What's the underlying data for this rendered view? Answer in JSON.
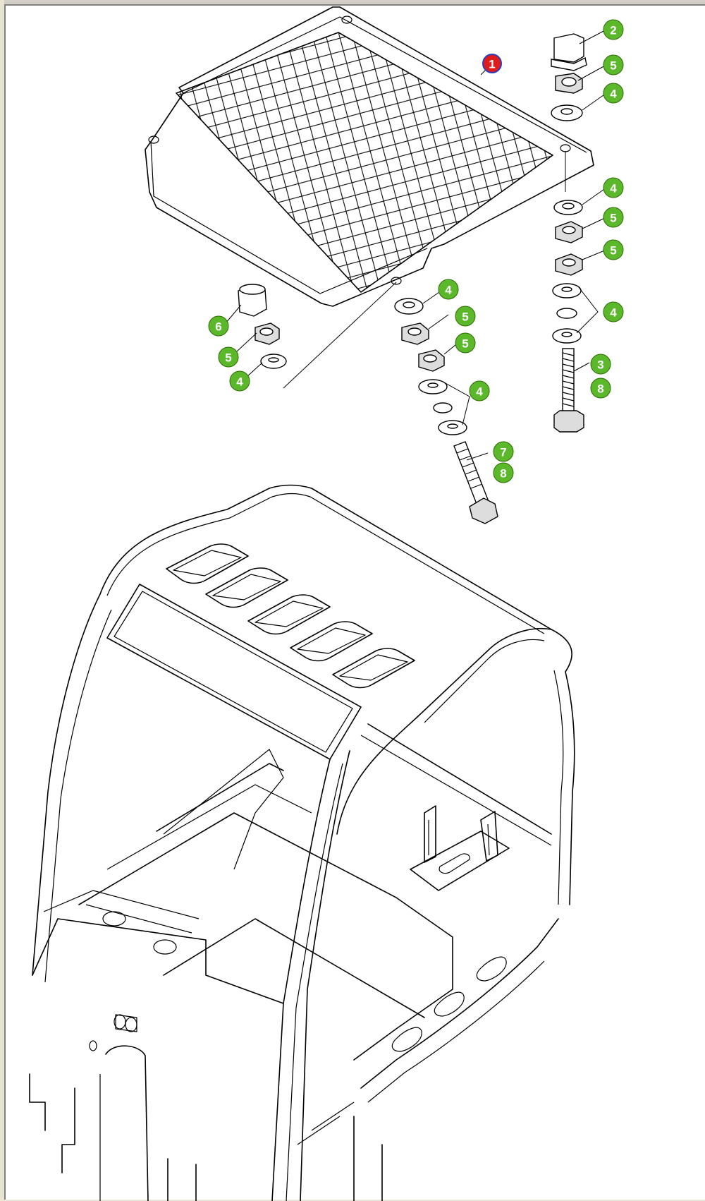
{
  "diagram": {
    "callout_colors": {
      "standard": "#5cb82b",
      "selected": "#e01b1b",
      "selected_border": "#2a3fbf"
    },
    "callouts": [
      {
        "label": "1",
        "state": "selected"
      },
      {
        "label": "2",
        "state": "standard"
      },
      {
        "label": "5",
        "state": "standard"
      },
      {
        "label": "4",
        "state": "standard"
      },
      {
        "label": "4",
        "state": "standard"
      },
      {
        "label": "5",
        "state": "standard"
      },
      {
        "label": "5",
        "state": "standard"
      },
      {
        "label": "4",
        "state": "standard"
      },
      {
        "label": "3",
        "state": "standard"
      },
      {
        "label": "8",
        "state": "standard"
      },
      {
        "label": "4",
        "state": "standard"
      },
      {
        "label": "5",
        "state": "standard"
      },
      {
        "label": "5",
        "state": "standard"
      },
      {
        "label": "4",
        "state": "standard"
      },
      {
        "label": "7",
        "state": "standard"
      },
      {
        "label": "8",
        "state": "standard"
      },
      {
        "label": "6",
        "state": "standard"
      },
      {
        "label": "5",
        "state": "standard"
      },
      {
        "label": "4",
        "state": "standard"
      }
    ]
  }
}
